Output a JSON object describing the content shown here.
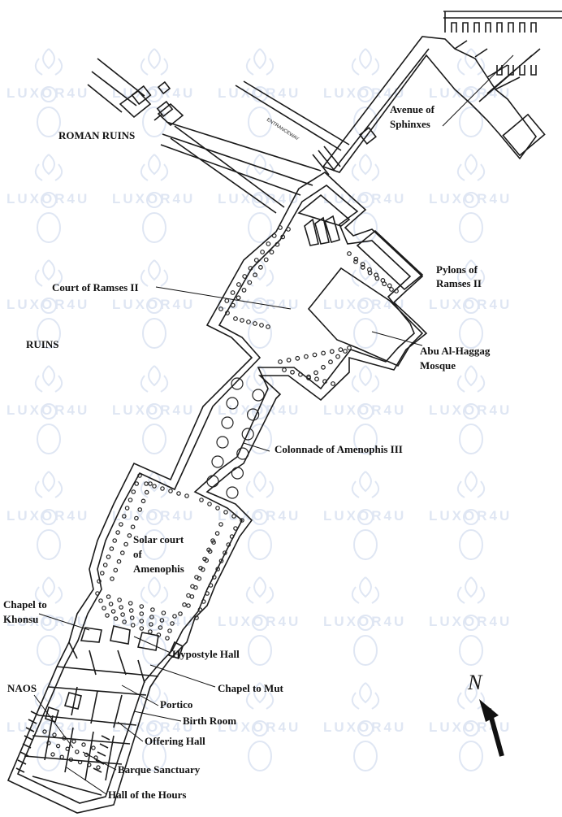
{
  "labels": {
    "avenue_of_sphinxes_1": "Avenue of",
    "avenue_of_sphinxes_2": "Sphinxes",
    "roman_ruins": "ROMAN RUINS",
    "entranceway": "ENTRANCEWAY",
    "court_of_ramses": "Court of Ramses II",
    "pylons_1": "Pylons of",
    "pylons_2": "Ramses II",
    "ruins": "RUINS",
    "mosque_1": "Abu Al-Haggag",
    "mosque_2": "Mosque",
    "colonnade": "Colonnade of Amenophis III",
    "solar_court_1": "Solar court",
    "solar_court_2": "of",
    "solar_court_3": "Amenophis",
    "chapel_khonsu_1": "Chapel to",
    "chapel_khonsu_2": "Khonsu",
    "hypostyle_hall": "Hypostyle Hall",
    "chapel_mut": "Chapel to Mut",
    "naos": "NAOS",
    "portico": "Portico",
    "birth_room": "Birth Room",
    "offering_hall": "Offering Hall",
    "barque_sanctuary": "Barque Sanctuary",
    "hall_of_hours": "Hall of the Hours",
    "north": "N"
  },
  "watermark": {
    "text": "LUXOR4U",
    "color": "#c6d3ea"
  },
  "colors": {
    "ink": "#1a1a1a",
    "background": "#ffffff"
  },
  "icons": {
    "compass": "north-arrow-icon"
  }
}
